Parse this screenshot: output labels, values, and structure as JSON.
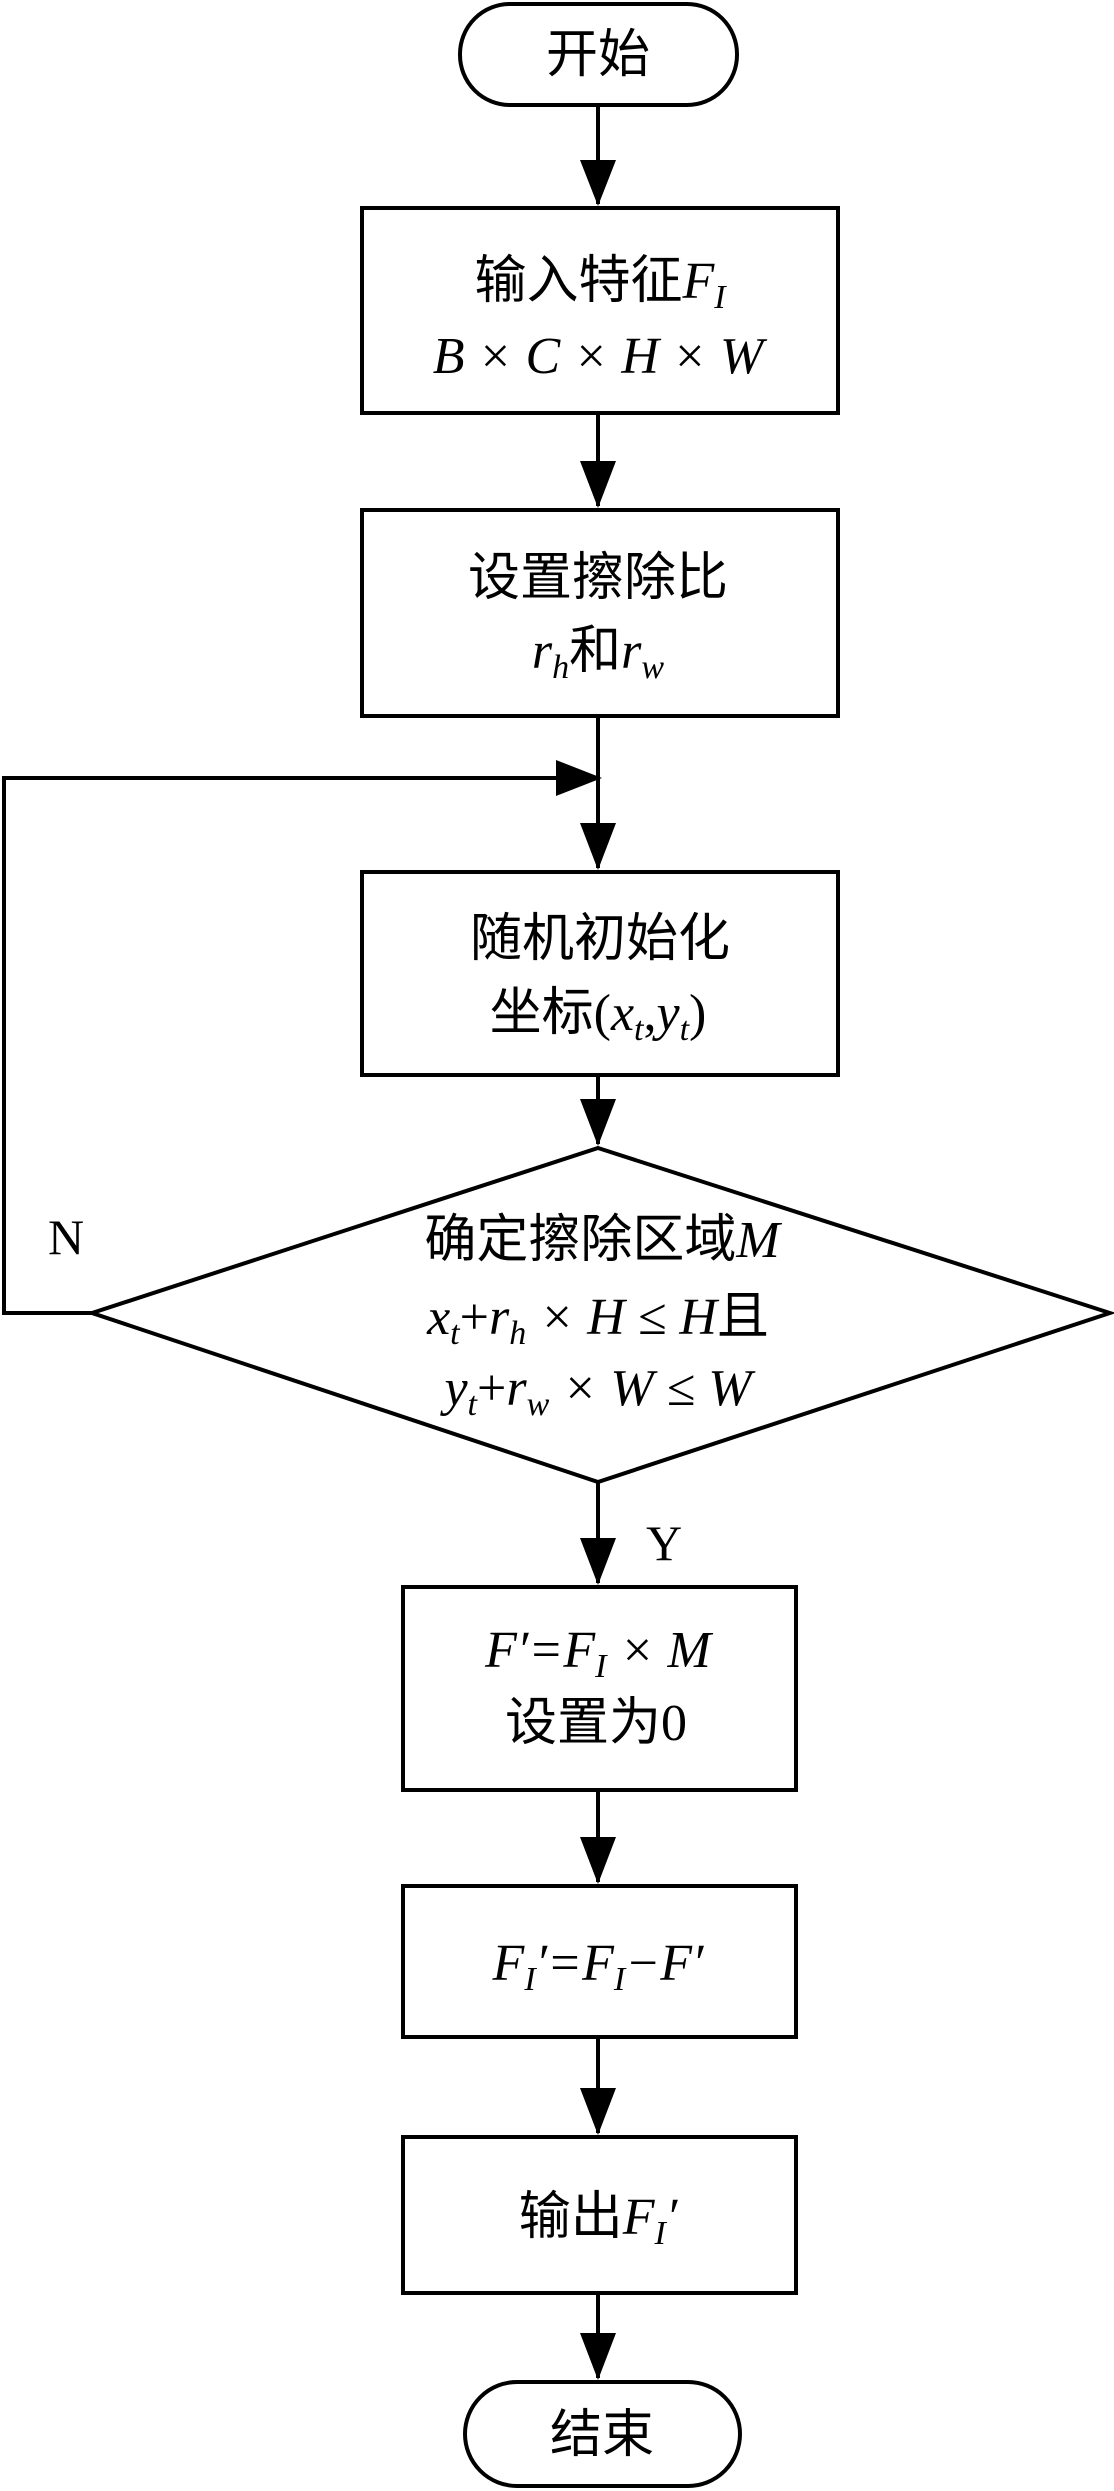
{
  "nodes": {
    "start": {
      "text": "开始"
    },
    "input": {
      "line1": "输入特征",
      "var1": "F",
      "sub1": "I",
      "line2": "B × C × H × W"
    },
    "set_ratio": {
      "line1": "设置擦除比",
      "var_a": "r",
      "sub_a": "h",
      "mid": "和",
      "var_b": "r",
      "sub_b": "w"
    },
    "init": {
      "line1": "随机初始化",
      "prefix": "坐标(",
      "var_a": "x",
      "sub_a": "t",
      "comma": ",",
      "var_b": "y",
      "sub_b": "t",
      "suffix": ")"
    },
    "decision": {
      "line1": "确定擦除区域",
      "line1_var": "M",
      "l2_x": "x",
      "l2_xsub": "t",
      "l2_plus": "+",
      "l2_r": "r",
      "l2_rsub": "h",
      "l2_rest": " × H ≤ H",
      "l2_and": "且",
      "l3_y": "y",
      "l3_ysub": "t",
      "l3_plus": "+",
      "l3_r": "r",
      "l3_rsub": "w",
      "l3_rest": " × W ≤ W"
    },
    "mask": {
      "l1_a": "F′=F",
      "l1_sub": "I",
      "l1_b": " × M",
      "line2": "设置为0"
    },
    "subtract": {
      "a": "F",
      "a_sub": "I",
      "a_prime": "′",
      "eq": "=F",
      "b_sub": "I",
      "c": "−F′"
    },
    "output": {
      "text": "输出",
      "var": "F",
      "sub": "I",
      "prime": "′"
    },
    "end": {
      "text": "结束"
    }
  },
  "edge_labels": {
    "no": "N",
    "yes": "Y"
  }
}
